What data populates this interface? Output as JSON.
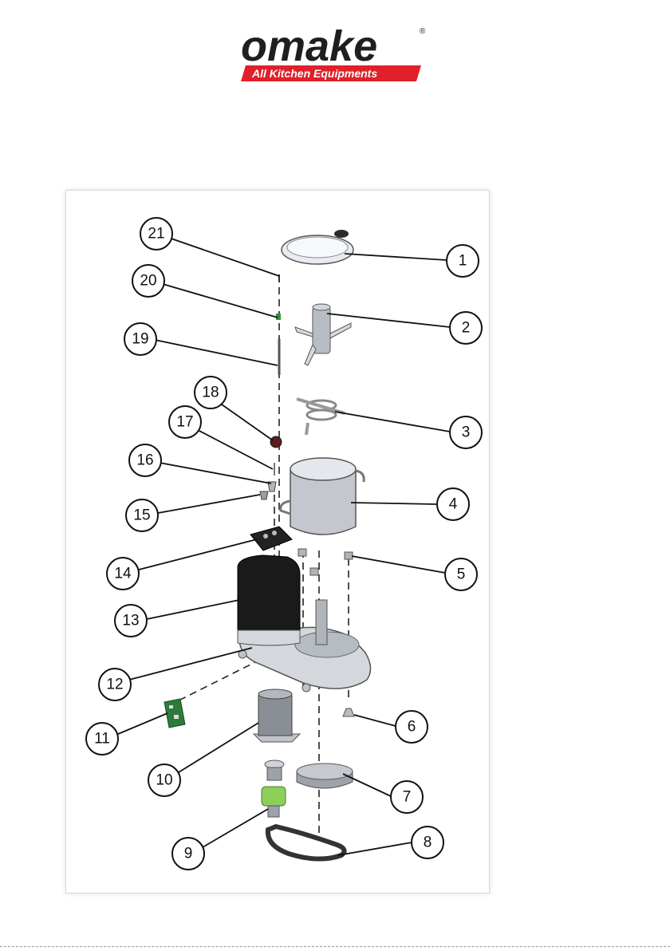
{
  "logo": {
    "brand": "omake",
    "tagline": "All Kitchen Equipments",
    "registered_mark": "®",
    "brand_color": "#1f1f1f",
    "accent_color": "#e0202a"
  },
  "callouts": [
    {
      "id": "1",
      "part": "lid"
    },
    {
      "id": "2",
      "part": "blade-hub"
    },
    {
      "id": "3",
      "part": "whisk"
    },
    {
      "id": "4",
      "part": "bowl"
    },
    {
      "id": "5",
      "part": "bowl-foot"
    },
    {
      "id": "6",
      "part": "base-foot"
    },
    {
      "id": "7",
      "part": "pulley"
    },
    {
      "id": "8",
      "part": "drive-belt"
    },
    {
      "id": "9",
      "part": "motor-pulley"
    },
    {
      "id": "10",
      "part": "motor"
    },
    {
      "id": "11",
      "part": "circuit-board"
    },
    {
      "id": "12",
      "part": "base"
    },
    {
      "id": "13",
      "part": "control-housing"
    },
    {
      "id": "14",
      "part": "control-panel"
    },
    {
      "id": "15",
      "part": "knob"
    },
    {
      "id": "16",
      "part": "switch"
    },
    {
      "id": "17",
      "part": "spring"
    },
    {
      "id": "18",
      "part": "cap"
    },
    {
      "id": "19",
      "part": "rod"
    },
    {
      "id": "20",
      "part": "clip"
    },
    {
      "id": "21",
      "part": "pin"
    }
  ],
  "colors": {
    "outline": "#111111",
    "metal": "#c9ccd2",
    "housing": "#1a1a1a",
    "green_part": "#8ccf5a",
    "board": "#2f7a3a"
  }
}
